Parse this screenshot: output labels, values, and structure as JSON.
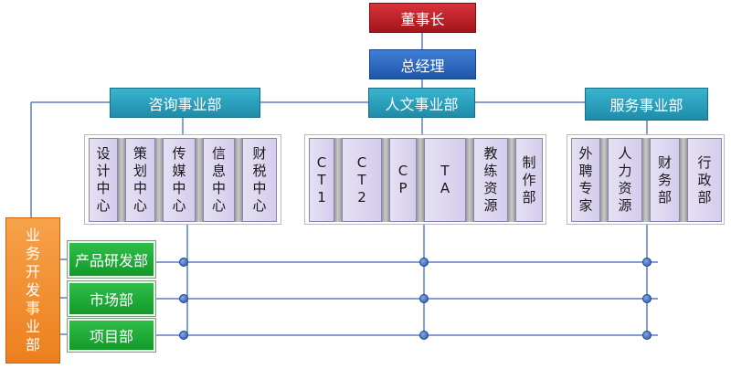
{
  "top": {
    "chairman": "董事长",
    "general_manager": "总经理"
  },
  "divisions": {
    "consulting": {
      "title": "咨询事业部",
      "units": [
        "设\n计\n中\n心",
        "策\n划\n中\n心",
        "传\n媒\n中\n心",
        "信\n息\n中\n心",
        "财\n税\n中\n心"
      ]
    },
    "humanities": {
      "title": "人文事业部",
      "units": [
        "C\nT\n1",
        "C\nT\n2",
        "C\nP",
        "T\nA",
        "教\n练\n资\n源",
        "制\n作\n部"
      ]
    },
    "services": {
      "title": "服务事业部",
      "units": [
        "外\n聘\n专\n家",
        "人\n力\n资\n源",
        "财\n务\n部",
        "行\n政\n部"
      ]
    }
  },
  "business_dev": {
    "title": "业\n务\n开\n发\n事\n业\n部",
    "departments": [
      "产品研发部",
      "市场部",
      "项目部"
    ]
  },
  "colors": {
    "chairman": "#c0242b",
    "general_manager": "#2a66bd",
    "division": "#2aa2c0",
    "department": "#1fae38",
    "business_dev": "#f28c2e",
    "unit": "#ddd6f0",
    "line": "#5b7fc4"
  }
}
